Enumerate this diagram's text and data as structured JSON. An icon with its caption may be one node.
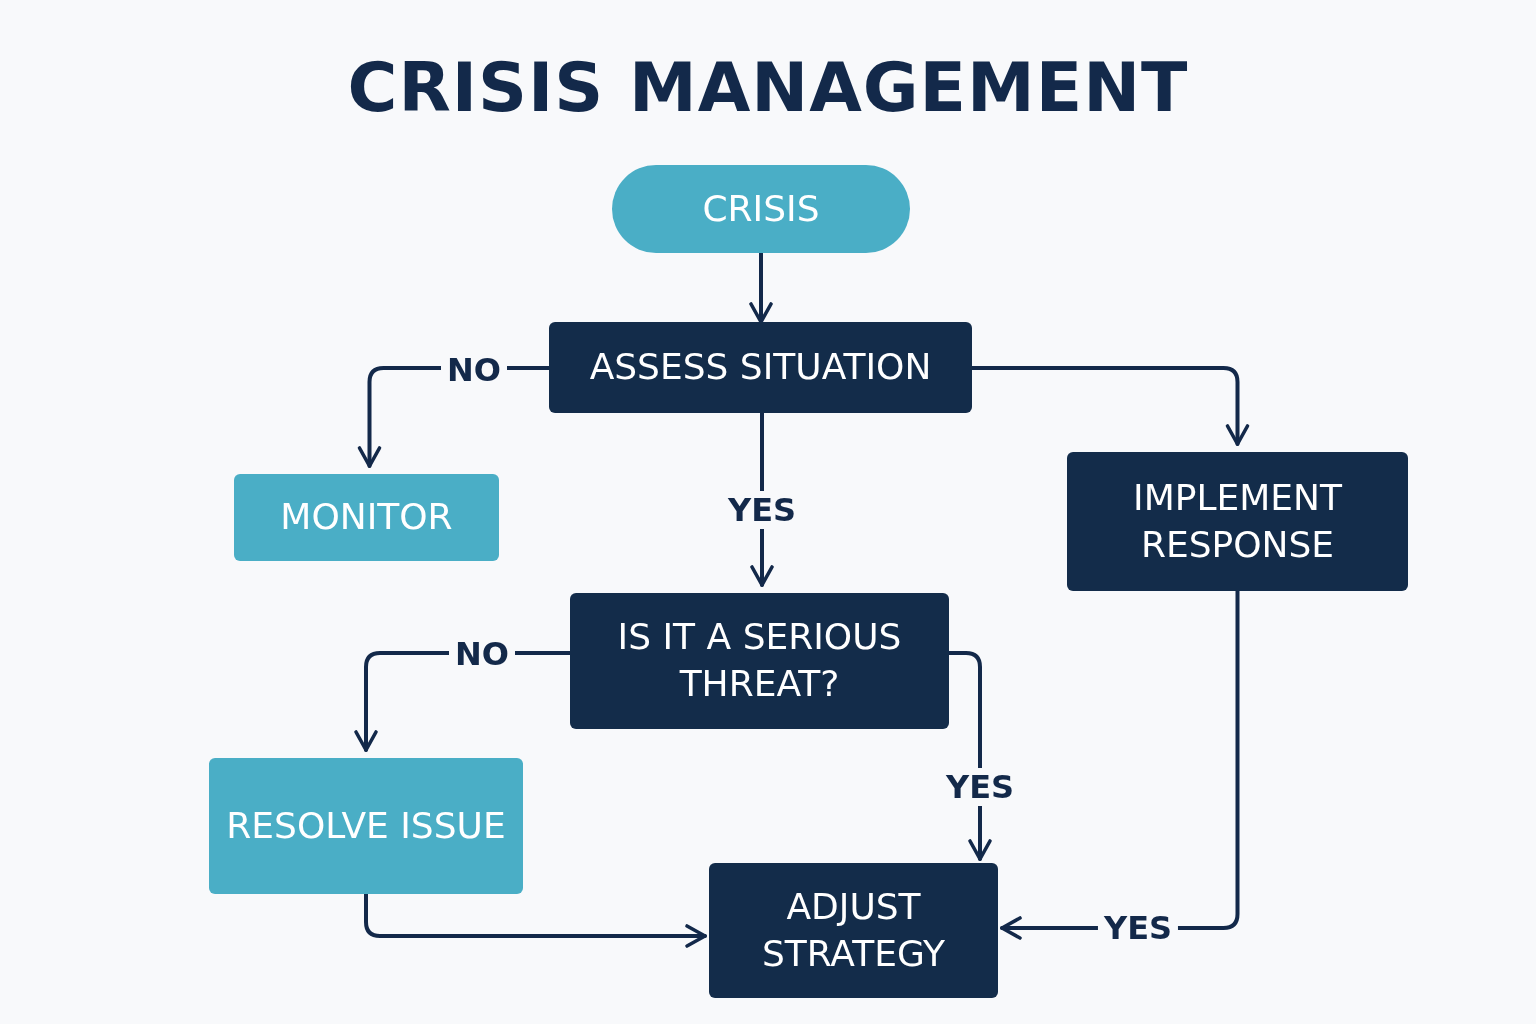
{
  "diagram": {
    "title": "CRISIS MANAGEMENT",
    "nodes": [
      {
        "text": [
          "CRISIS"
        ]
      },
      {
        "text": [
          "ASSESS SITUATION"
        ]
      },
      {
        "text": [
          "MONITOR"
        ]
      },
      {
        "text": [
          "IMPLEMENT RESPONSE"
        ]
      },
      {
        "text": [
          "IS IT A SERIOUS THREAT?"
        ]
      },
      {
        "text": [
          "RESOLVE ISSUE"
        ]
      },
      {
        "text": [
          "ADJUST STRATEGY"
        ]
      }
    ],
    "edges": [
      {
        "from": 0,
        "to": 1,
        "arrow": "to"
      },
      {
        "from": 1,
        "to": 2,
        "arrow": "to",
        "label": "NO"
      },
      {
        "from": 1,
        "to": 3,
        "arrow": "to"
      },
      {
        "from": 1,
        "to": 4,
        "arrow": "to",
        "label": "YES"
      },
      {
        "from": 4,
        "to": 5,
        "arrow": "to",
        "label": "NO"
      },
      {
        "from": 4,
        "to": 6,
        "arrow": "to",
        "label": "YES"
      },
      {
        "from": 3,
        "to": 6,
        "arrow": "to",
        "label": "YES"
      },
      {
        "from": 5,
        "to": 6,
        "arrow": "to"
      }
    ]
  }
}
